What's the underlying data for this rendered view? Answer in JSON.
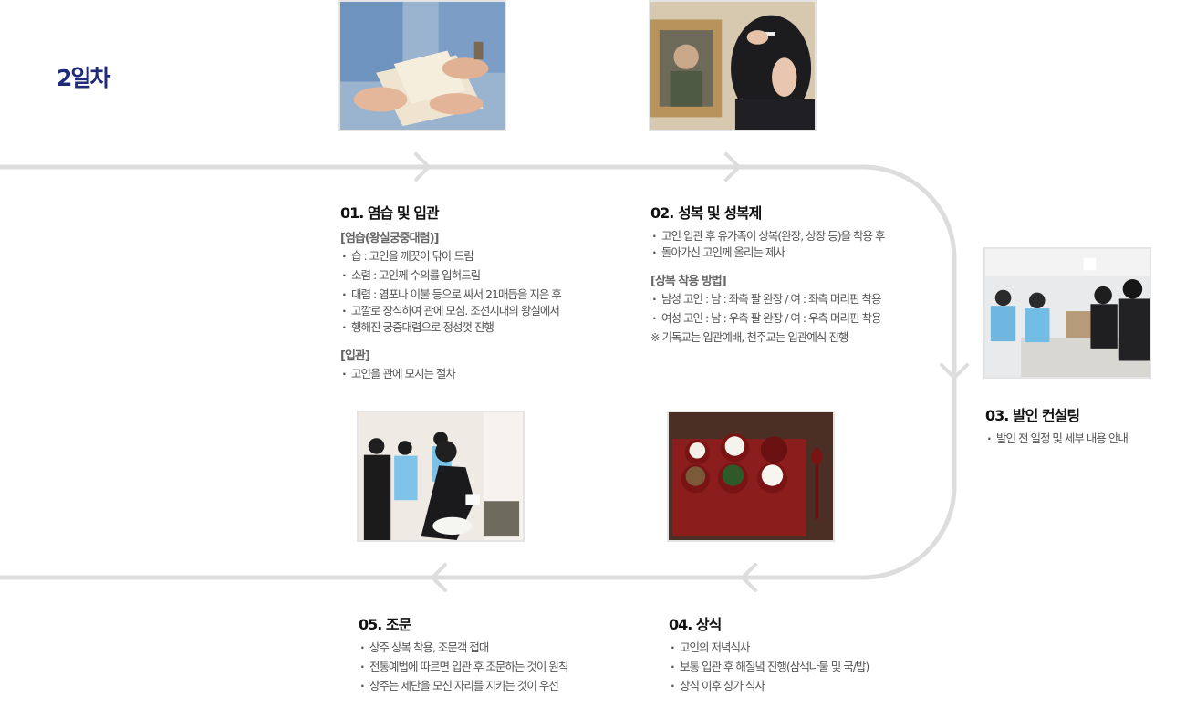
{
  "day_title": "2일차",
  "colors": {
    "title": "#1f2a78",
    "flow_line": "#dddddd"
  },
  "steps": {
    "s1": {
      "title": "01. 염습 및 입관",
      "sub1": "[염습(왕실궁중대렴)]",
      "b1": "습 : 고인을 깨끗이 닦아 드림",
      "b2": "소렴 : 고인께 수의를 입혀드림",
      "b3a": "대렴 : 염포나 이불 등으로 싸서 21매듭을 지은 후",
      "b3b": "고깔로 장식하여 관에 모심. 조선시대의 왕실에서",
      "b3c": "행해진 궁중대렴으로 정성껏 진행",
      "sub2": "[입관]",
      "b4": "고인을 관에 모시는 절차"
    },
    "s2": {
      "title": "02. 성복 및 성복제",
      "b1a": "고인 입관 후 유가족이 상복(완장, 상장 등)을 착용 후",
      "b1b": "돌아가신 고인께 올리는 제사",
      "sub1": "[상복 착용 방법]",
      "b2": "남성 고인 : 남 : 좌측 팔 완장 / 여 : 좌측 머리핀 착용",
      "b3": "여성 고인 : 남 : 우측 팔 완장 / 여 : 우측 머리핀 착용",
      "note": "※ 기독교는 입관예배, 천주교는 입관예식 진행"
    },
    "s3": {
      "title": "03. 발인 컨설팅",
      "b1": "발인 전 일정 및 세부 내용 안내"
    },
    "s4": {
      "title": "04. 상식",
      "b1": "고인의 저녁식사",
      "b2": "보통 입관 후 해질녘 진행(삼색나물 및 국/밥)",
      "b3": "상식 이후 상가 식사"
    },
    "s5": {
      "title": "05. 조문",
      "b1": "상주 상복 착용, 조문객 접대",
      "b2": "전통예법에 따르면 입관 후 조문하는 것이 원칙",
      "b3": "상주는 제단을 모신 자리를 지키는 것이 우선"
    }
  }
}
